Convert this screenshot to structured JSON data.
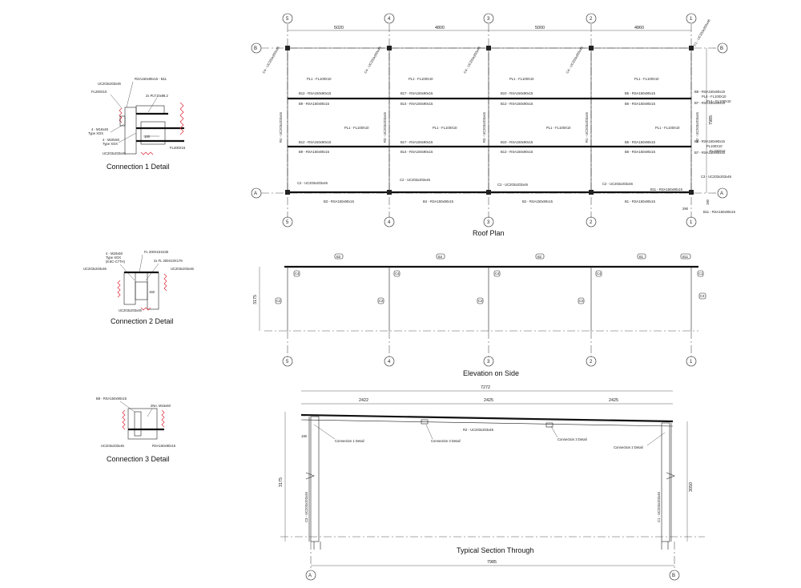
{
  "titles": {
    "conn1": "Connection 1 Detail",
    "conn2": "Connection 2 Detail",
    "conn3": "Connection 3 Detail",
    "roof_plan": "Roof Plan",
    "elevation": "Elevation on Side",
    "section": "Typical Section Through"
  },
  "grid": {
    "cols": [
      "5",
      "4",
      "3",
      "2",
      "1"
    ],
    "rows": [
      "B",
      "A"
    ],
    "plan_dims": [
      "5020",
      "4800",
      "5000",
      "4860"
    ],
    "plan_depth": "7985"
  },
  "roof_plan": {
    "col_labels": [
      "C4 - UC203x203x46",
      "C4 - UC203x203x46",
      "C4 - UC203x203x46",
      "C4 - UC203x203x46",
      "C1 - UC203x203x46"
    ],
    "pl_labels": [
      "PL1 - FL100X10",
      "PL1 - FL100X10",
      "PL1 - FL100X10",
      "PL1 - FL100X10"
    ],
    "b_upper": [
      "B12 - RSA150x90x15",
      "B17 - RSA150x90x15",
      "B10 - RSA150x90x15",
      "B5 - RSA150x90x15"
    ],
    "b_upper2": [
      "B9 - RSA150x90x15",
      "B14 - RSA150x90x15",
      "B13 - RSA150x90x15",
      "B6 - RSA150x90x15"
    ],
    "b_lower": [
      "B12 - RSA150x90x15",
      "B17 - RSA150x90x15",
      "B10 - RSA150x90x15",
      "B5 - RSA150x90x15"
    ],
    "b_lower2": [
      "B9 - RSA150x90x15",
      "B14 - RSA150x90x15",
      "B13 - RSA150x90x15",
      "B6 - RSA150x90x15"
    ],
    "rafters": [
      "R4 - UC203x203x46",
      "R3 - UC203x203x46",
      "R3 - UC203x203x46",
      "R1 - UC203x203x46",
      "R2 - UC203x203x46"
    ],
    "c2_labels": [
      "C2 - UC203x203x46",
      "C2 - UC203x203x46",
      "C2 - UC203x203x46",
      "C2 - UC203x203x46",
      "C3 - UC203x203x46"
    ],
    "b_bottom": [
      "B3 - RSA150x90x15",
      "B4 - RSA150x90x15",
      "B2 - RSA150x90x15",
      "B1 - RSA150x90x15"
    ],
    "right_labels": [
      "B8 - RSA150x90x15",
      "PL4 - FL100X10",
      "PL4 - FL100X10",
      "B7 - RSA150x90x15",
      "B8 - RSA150x90x15",
      "PL100X10",
      "FL100X10",
      "B7 - RSA150x90x15"
    ],
    "corner": [
      "B11 - RSA150x90x15",
      "B11 - RSA150x90x15",
      "290",
      "190"
    ]
  },
  "conn1": {
    "labels": [
      "RSA150x90x15 - B11",
      "UC203x203x46",
      "FL200X10",
      "2x PLT10x98.2",
      "4 - M16x45",
      "Type XOX",
      "4 - M20x50",
      "Type XOX",
      "UC203x203x46",
      "FL200X15",
      "100"
    ]
  },
  "conn2": {
    "labels": [
      "FL 200X15X230",
      "4 - M20x50",
      "Type XOX",
      "(8.8C-C7TH)",
      "2x FL 200X10X179",
      "UC203x203x46",
      "UC203x203x46",
      "UC203x203x46",
      "150"
    ]
  },
  "conn3": {
    "labels": [
      "B8 - RSA150x90x15",
      "2No. M16x60",
      "UC203x203x46",
      "RSA150x90x15"
    ]
  },
  "elevation": {
    "top_tags": [
      "B3",
      "B4",
      "B2",
      "B1",
      "B11"
    ],
    "col_tags": [
      "C4",
      "C4",
      "C4",
      "C4",
      "C1"
    ],
    "side_tags": [
      "C2",
      "C2",
      "C2",
      "C2",
      "C3"
    ],
    "height": "3175"
  },
  "section": {
    "total": "7272",
    "spans": [
      "2422",
      "2425",
      "2425"
    ],
    "rafter": "R2 - UC203x203x46",
    "callouts": [
      "Connection 1 Detail",
      "Connection 3 Detail",
      "Connection 3 Detail",
      "Connection 2 Detail"
    ],
    "col_left": "C3 - UC203x203x46",
    "col_right": "C1 - UC203x203x46",
    "h_left": "3175",
    "h_right": "3050",
    "d190": "190",
    "width": "7985",
    "axes": [
      "A",
      "B"
    ]
  }
}
